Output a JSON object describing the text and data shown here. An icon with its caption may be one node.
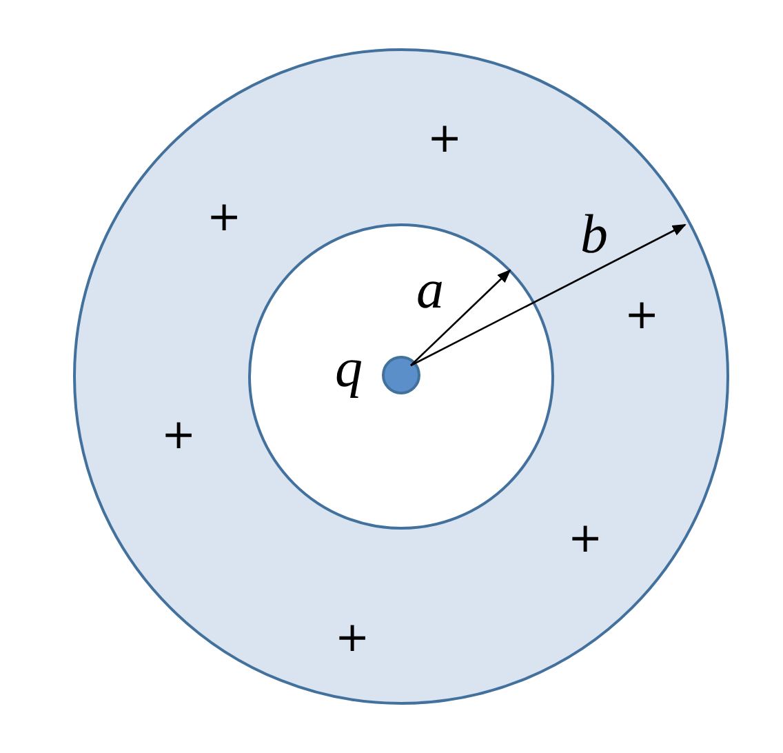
{
  "diagram": {
    "nodes": [
      {
        "text": [],
        "shape": "circle"
      },
      {
        "text": [],
        "shape": "circle",
        "in": 0
      },
      {
        "text": [],
        "shape": "circle",
        "in": 1,
        "beside": [
          "q"
        ]
      }
    ],
    "labels": [
      "+",
      "+",
      "b",
      "a",
      "+",
      "+",
      "+",
      "+"
    ]
  }
}
